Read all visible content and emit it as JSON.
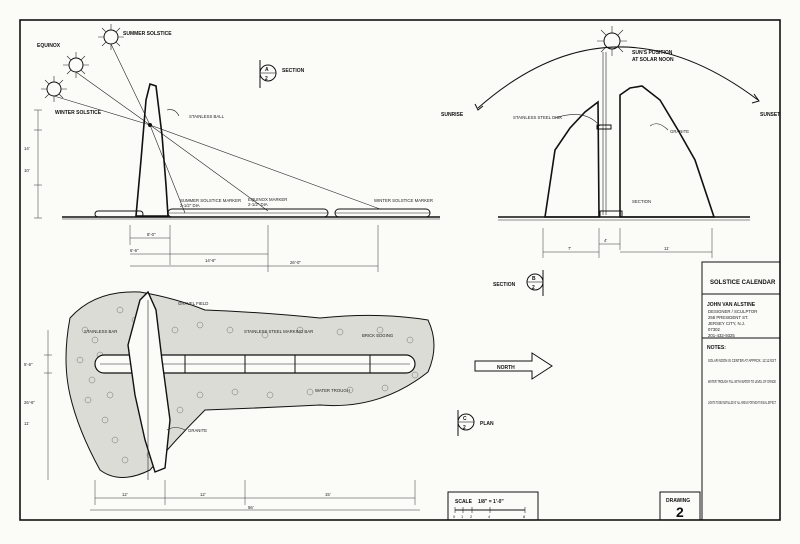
{
  "elevation": {
    "equinox": "EQUINOX",
    "summer_solstice": "SUMMER SOLSTICE",
    "winter_solstice": "WINTER SOLSTICE",
    "section_marker": {
      "top": "A",
      "bottom": "2",
      "label": "SECTION"
    },
    "stainless_ball": "STAINLESS BALL",
    "summer_marker": "SUMMER SOLSTICE MARKER",
    "summer_marker_size": "2-1/2\" DIA",
    "equinox_marker": "EQUINOX MARKER",
    "equinox_marker_size": "2-1/2\" DIA",
    "winter_marker": "WINTER SOLSTICE MARKER",
    "dims": [
      "14'",
      "10'",
      "8'-0\"",
      "6'-6\"",
      "14'-6\"",
      "26'-0\""
    ]
  },
  "section": {
    "sun_position": "SUN'S POSITION",
    "at_solar_noon": "AT SOLAR NOON",
    "sunrise": "SUNRISE",
    "sunset": "SUNSET",
    "stainless_steel_disk": "STAINLESS STEEL DISK",
    "granite": "GRANITE",
    "section_label": "SECTION",
    "dims": [
      "7'",
      "4'",
      "11'"
    ]
  },
  "plan": {
    "gravel": "GRAVEL FIELD",
    "stainless_bar": "STAINLESS BAR",
    "stainless_marking": "STAINLESS STEEL MARKING BAR",
    "edging": "BRICK EDGING",
    "water_trough": "WATER TROUGH",
    "granite": "GRANITE",
    "section_marker": {
      "top": "B",
      "bottom": "2",
      "label": "SECTION"
    },
    "north": "NORTH",
    "plan_marker": {
      "top": "C",
      "bottom": "2",
      "label": "PLAN"
    },
    "dims": [
      "12'",
      "12'",
      "15'",
      "56'",
      "5'-6\"",
      "26'-6\"",
      "11'"
    ]
  },
  "scale_box": {
    "label": "SCALE",
    "value": "1/8\" = 1'-0\"",
    "ticks": [
      "0",
      "1",
      "2",
      "4",
      "8"
    ]
  },
  "drawing_box": {
    "label": "DRAWING",
    "number": "2"
  },
  "title_block": {
    "title": "SOLSTICE CALENDAR",
    "designer": "JOHN VAN ALSTINE",
    "address": [
      "DESIGNER / SCULPTOR",
      "258 PRESIDENT ST.",
      "JERSEY CITY, N.J.",
      "07302",
      "201-432-9325"
    ],
    "notes_heading": "NOTES:",
    "notes": [
      "SOLAR NOON IS CENTER AT APPROX. 12:12 EST",
      "WATER TROUGH FILL WITH WATER TO LEVEL OF GRADE",
      "LIGHTS TO BE INSTALLED AT ALL AREAS FOR NIGHT VISUAL EFFECT"
    ]
  }
}
